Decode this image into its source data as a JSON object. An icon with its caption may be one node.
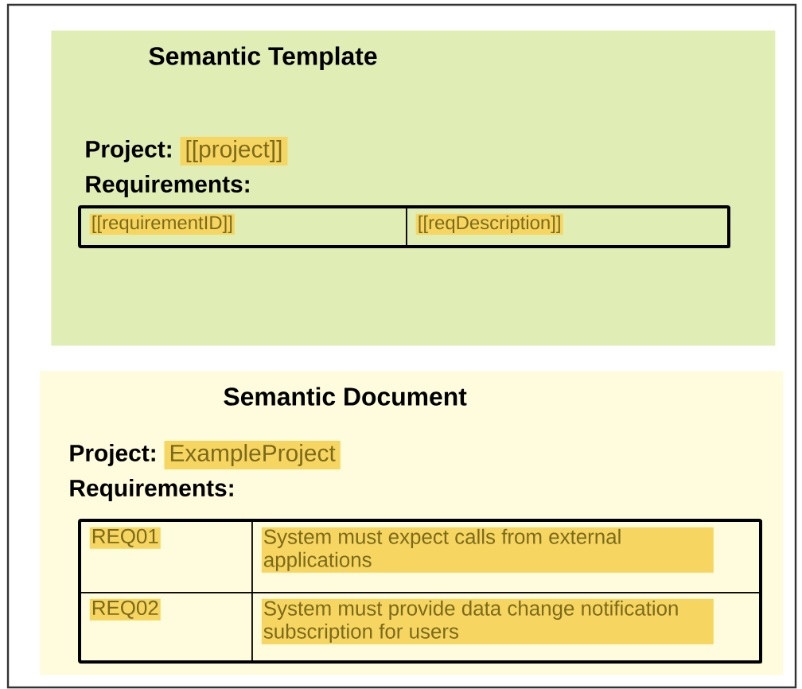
{
  "diagram": {
    "nodes": [
      {
        "text": [
          "Semantic Template"
        ]
      },
      {
        "text": [
          "[[requirementID]]"
        ],
        "in": 0
      },
      {
        "text": [
          "[[reqDescription]]"
        ],
        "in": 0
      },
      {
        "text": [
          "Semantic Document"
        ]
      },
      {
        "text": [
          "REQ01"
        ],
        "in": 3
      },
      {
        "text": [
          "System must expect calls from external applications"
        ],
        "in": 3
      },
      {
        "text": [
          "REQ02"
        ],
        "in": 3
      },
      {
        "text": [
          "System must provide data change notification subscription for users"
        ],
        "in": 3
      }
    ],
    "labels": [
      "Project:",
      "[[project]]",
      "Requirements:",
      "Project:",
      "ExampleProject",
      "Requirements:"
    ]
  }
}
